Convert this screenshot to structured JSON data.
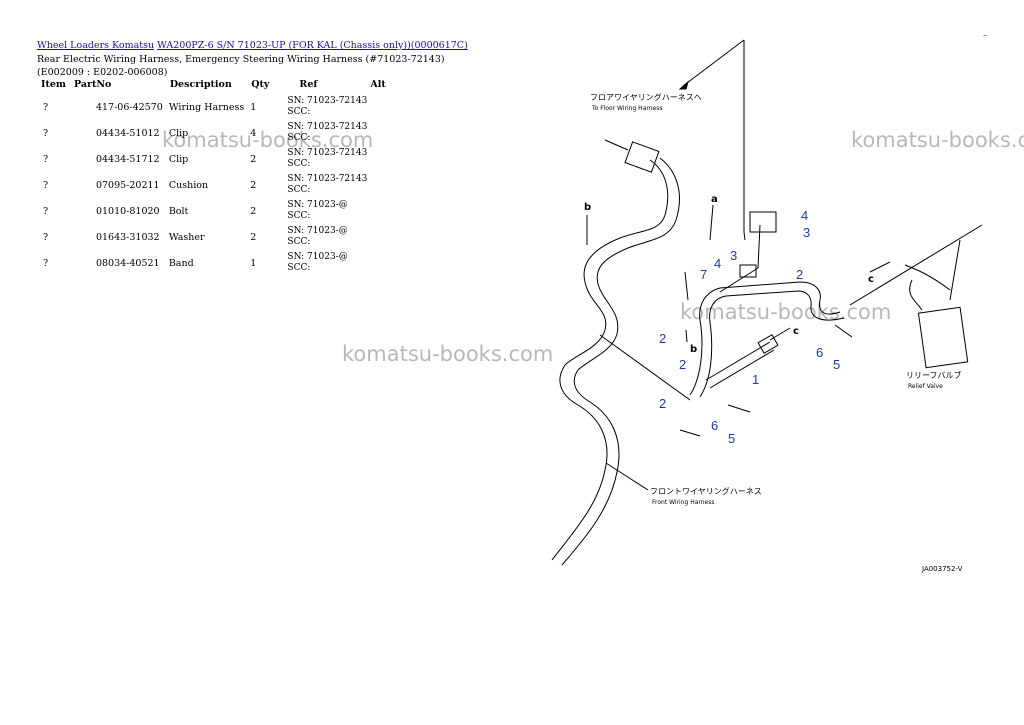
{
  "breadcrumb": {
    "link1": "Wheel Loaders Komatsu",
    "link2": "WA200PZ-6 S/N 71023-UP (FOR KAL (Chassis only))(0000617C)"
  },
  "subtitle": "Rear Electric Wiring Harness, Emergency Steering Wiring Harness (#71023-72143)(E002009 : E0202-006008)",
  "corner_mark": "–",
  "table": {
    "headers": [
      "Item",
      "PartNo",
      "Description",
      "Qty",
      "Ref",
      "Alt"
    ],
    "rows": [
      {
        "item": "?",
        "partno": "417-06-42570",
        "desc": "Wiring Harness",
        "qty": "1",
        "ref1": "SN: 71023-72143",
        "ref2": "SCC:"
      },
      {
        "item": "?",
        "partno": "04434-51012",
        "desc": "Clip",
        "qty": "4",
        "ref1": "SN: 71023-72143",
        "ref2": "SCC:"
      },
      {
        "item": "?",
        "partno": "04434-51712",
        "desc": "Clip",
        "qty": "2",
        "ref1": "SN: 71023-72143",
        "ref2": "SCC:"
      },
      {
        "item": "?",
        "partno": "07095-20211",
        "desc": "Cushion",
        "qty": "2",
        "ref1": "SN: 71023-72143",
        "ref2": "SCC:"
      },
      {
        "item": "?",
        "partno": "01010-81020",
        "desc": "Bolt",
        "qty": "2",
        "ref1": "SN: 71023-@",
        "ref2": "SCC:"
      },
      {
        "item": "?",
        "partno": "01643-31032",
        "desc": "Washer",
        "qty": "2",
        "ref1": "SN: 71023-@",
        "ref2": "SCC:"
      },
      {
        "item": "?",
        "partno": "08034-40521",
        "desc": "Band",
        "qty": "1",
        "ref1": "SN: 71023-@",
        "ref2": "SCC:"
      }
    ]
  },
  "watermark": "komatsu-books.com",
  "diagram": {
    "floor_harness_jp": "フロアワイヤリングハーネスへ",
    "floor_harness_en": "To Floor Wiring Harness",
    "front_harness_jp": "フロントワイヤリングハーネス",
    "front_harness_en": "Front Wiring Harness",
    "relief_valve_jp": "リリーフバルブ",
    "relief_valve_en": "Relief Valve",
    "drawing_code": "JA003752-V",
    "callouts": [
      "1",
      "2",
      "3",
      "4",
      "5",
      "6",
      "7"
    ],
    "letters": [
      "a",
      "b",
      "c"
    ]
  }
}
